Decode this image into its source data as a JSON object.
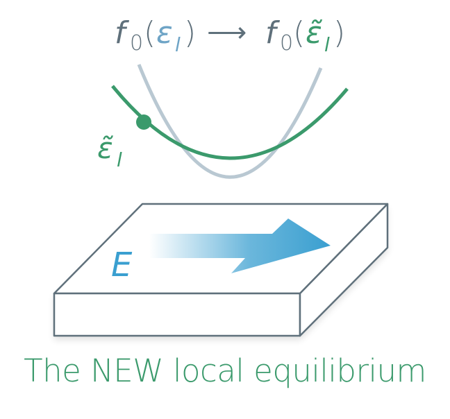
{
  "formula": {
    "f_left": "f",
    "sub_left": "0",
    "eps_left": "ε",
    "eps_left_sub": "l",
    "arrow": "⟶",
    "f_right": "f",
    "sub_right": "0",
    "eps_right": "ε̃",
    "eps_right_sub": "l",
    "open_paren": "(",
    "close_paren": ")"
  },
  "curve_label": {
    "symbol": "ε̃",
    "sub": "l"
  },
  "field_label": "E",
  "caption": "The NEW local equilibrium",
  "colors": {
    "gray_text": "#5f707b",
    "blue": "#3a9fd0",
    "green": "#3b9a6c",
    "gray_curve": "#b9c8d2",
    "slab_edge": "#5f707b"
  }
}
